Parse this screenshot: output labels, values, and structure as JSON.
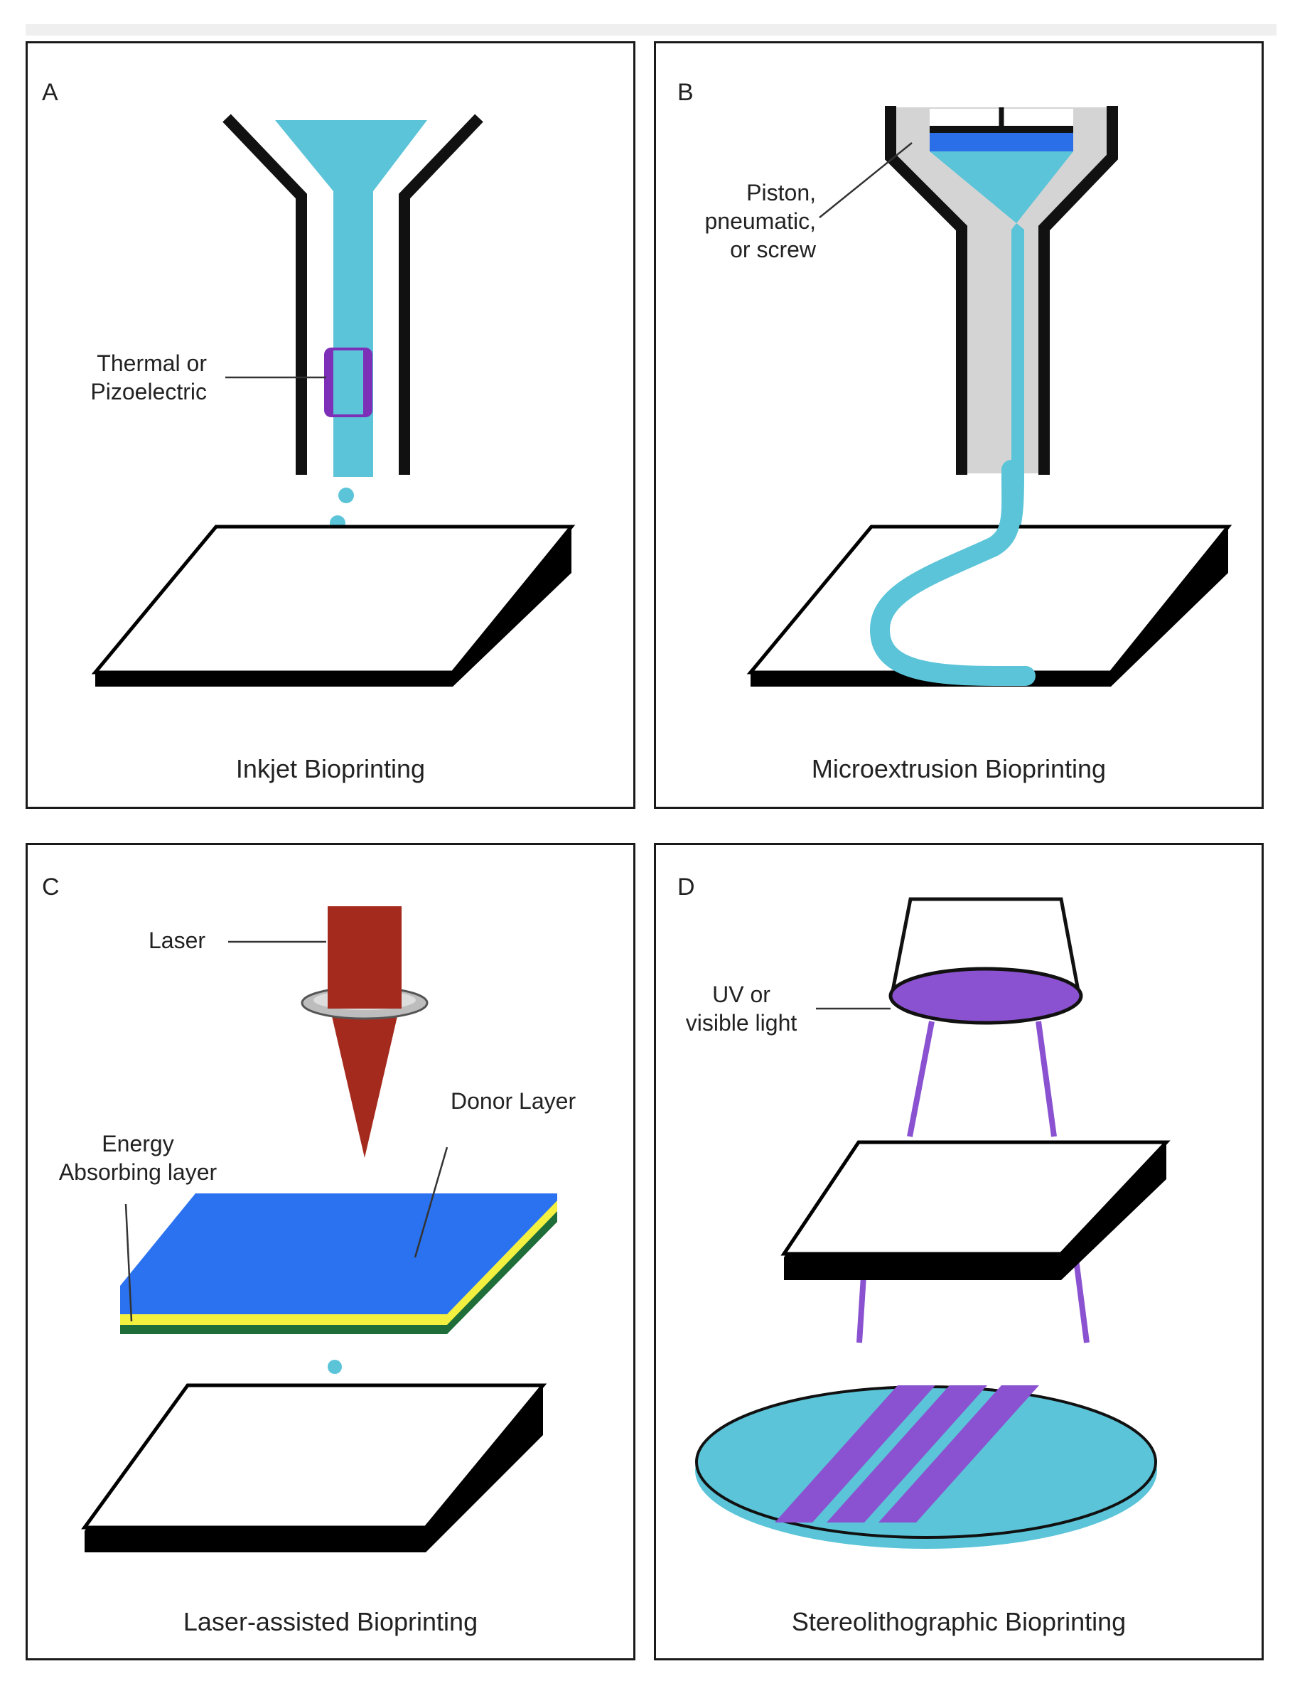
{
  "panels": {
    "a": {
      "letter": "A",
      "caption": "Inkjet Bioprinting",
      "callouts": {
        "actuator": [
          "Thermal or",
          "Pizoelectric"
        ]
      }
    },
    "b": {
      "letter": "B",
      "caption": "Microextrusion Bioprinting",
      "callouts": {
        "drive": [
          "Piston,",
          "pneumatic,",
          "or screw"
        ]
      }
    },
    "c": {
      "letter": "C",
      "caption": "Laser-assisted Bioprinting",
      "callouts": {
        "laser": "Laser",
        "donor": "Donor Layer",
        "absorbing": [
          "Energy",
          "Absorbing layer"
        ]
      }
    },
    "d": {
      "letter": "D",
      "caption": "Stereolithographic Bioprinting",
      "callouts": {
        "light": [
          "UV or",
          "visible light"
        ]
      }
    }
  },
  "colors": {
    "bioink": "#5bc4d8",
    "actuator": "#7d2fb8",
    "plunger": "#2a6fe8",
    "housing": "#d4d4d4",
    "laser": "#a52a1e",
    "donor": "#2a72f0",
    "absorbing": "#f4f040",
    "base_layer": "#1f6e3a",
    "uv_light": "#8a52d0",
    "dish": "#5bc4d8",
    "stripes": "#8a52d0"
  }
}
